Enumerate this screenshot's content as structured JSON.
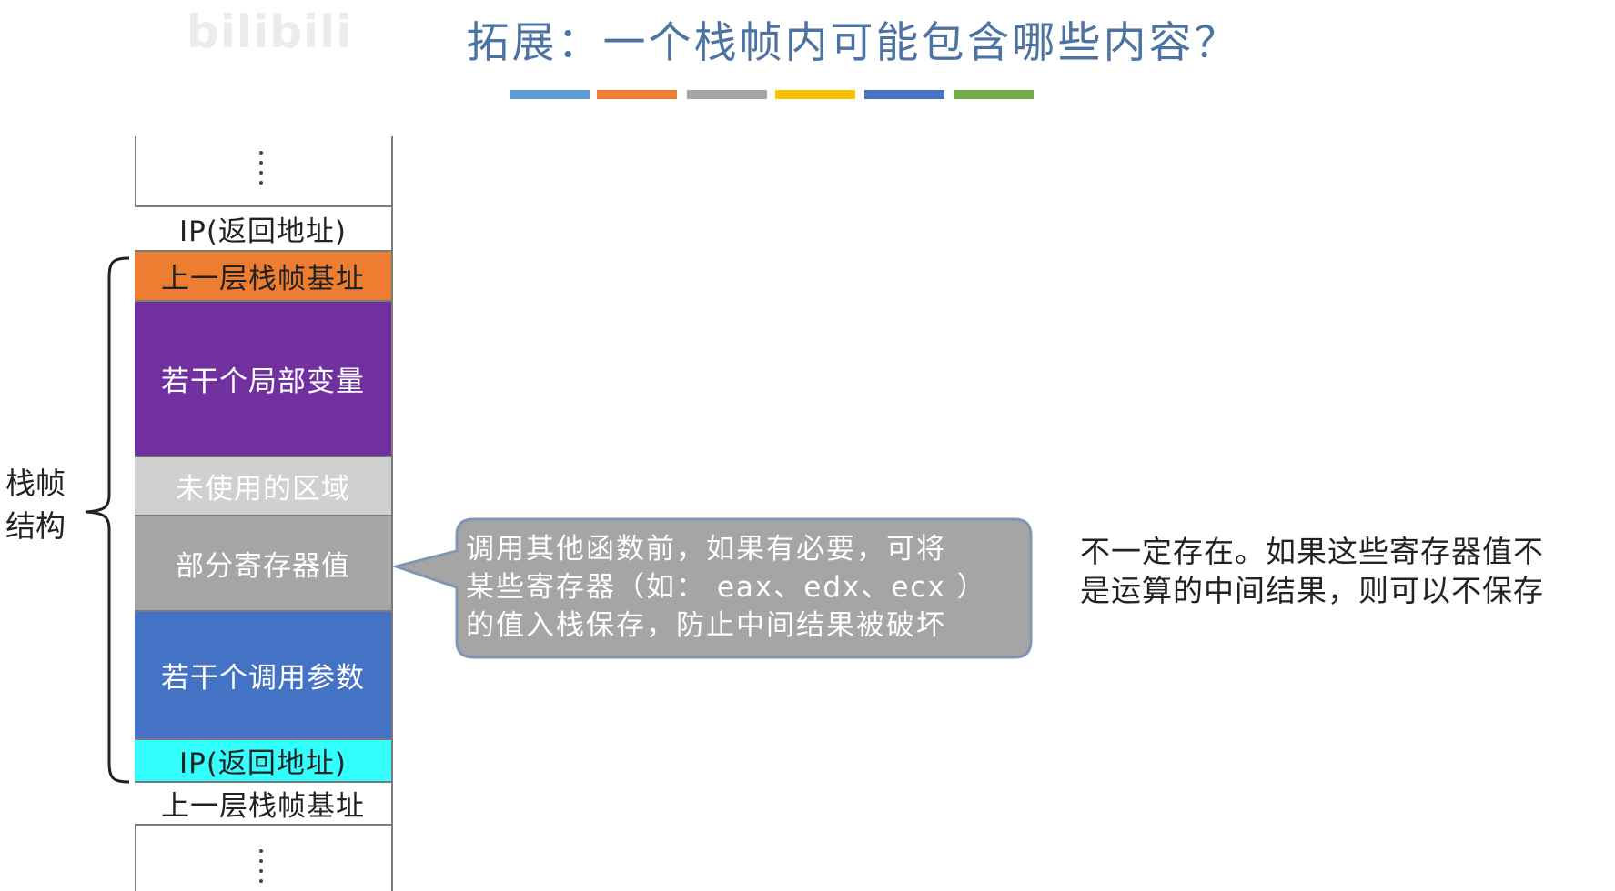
{
  "watermark": "bilibili",
  "title": "拓展：一个栈帧内可能包含哪些内容？",
  "stripe_colors": [
    "#5b9bd5",
    "#ed7d31",
    "#a5a5a5",
    "#ffc000",
    "#4472c4",
    "#70ad47"
  ],
  "stack": {
    "cells": [
      {
        "label": "IP(返回地址)",
        "bg": "#ffffff",
        "fg": "#222222"
      },
      {
        "label": "上一层栈帧基址",
        "bg": "#ed7d31",
        "fg": "#222222"
      },
      {
        "label": "若干个局部变量",
        "bg": "#7030a0",
        "fg": "#ffffff"
      },
      {
        "label": "未使用的区域",
        "bg": "#d0d0d0",
        "fg": "#ffffff"
      },
      {
        "label": "部分寄存器值",
        "bg": "#a5a5a5",
        "fg": "#ffffff"
      },
      {
        "label": "若干个调用参数",
        "bg": "#4472c4",
        "fg": "#ffffff"
      },
      {
        "label": "IP(返回地址)",
        "bg": "#33ffff",
        "fg": "#222222"
      },
      {
        "label": "上一层栈帧基址",
        "bg": "#ffffff",
        "fg": "#222222"
      }
    ]
  },
  "frame_label": {
    "line1": "栈帧",
    "line2": "结构"
  },
  "callout": {
    "line1": "调用其他函数前，如果有必要，可将",
    "line2": "某些寄存器（如： eax、edx、ecx ）",
    "line3": "的值入栈保存，防止中间结果被破坏",
    "bg": "#a5a5a5",
    "border": "#7f96b5"
  },
  "note": {
    "line1": "不一定存在。如果这些寄存器值不",
    "line2": "是运算的中间结果，则可以不保存"
  }
}
